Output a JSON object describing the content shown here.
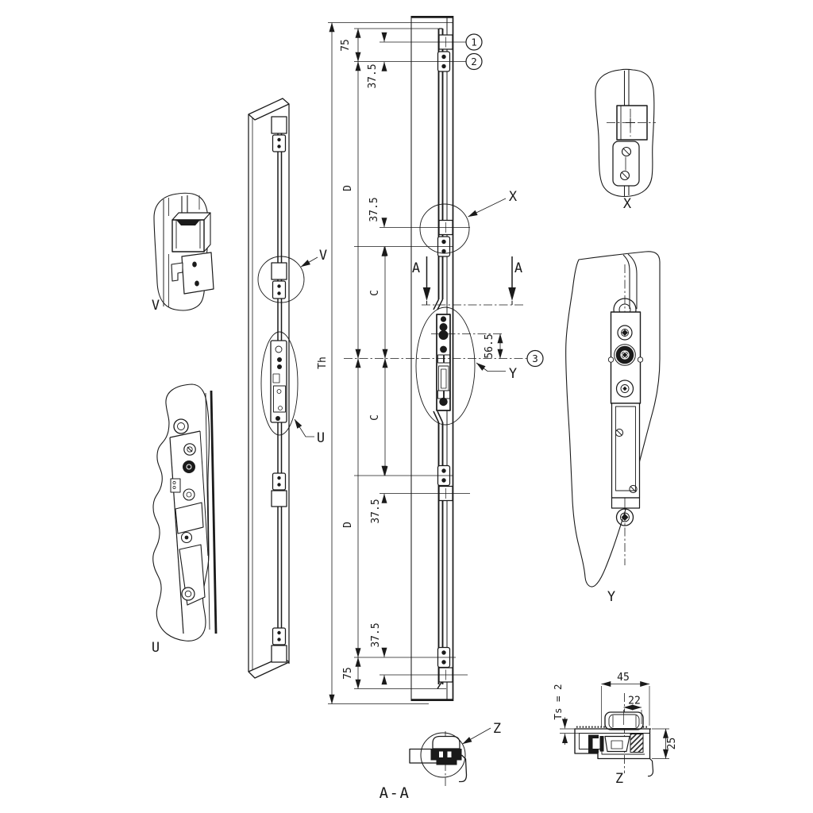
{
  "labels": {
    "detail_u": "U",
    "leader_u": "U",
    "detail_v": "V",
    "leader_v": "V",
    "detail_x": "X",
    "leader_x": "X",
    "detail_y": "Y",
    "leader_y": "Y",
    "detail_z": "Z",
    "leader_z": "Z",
    "section": "A-A",
    "cut_arrow_left": "A",
    "cut_arrow_right": "A"
  },
  "balloons": {
    "b1": "1",
    "b2": "2",
    "b3": "3"
  },
  "dims": {
    "th": "Th",
    "d_top": "D",
    "d_bottom": "D",
    "c_top": "C",
    "c_bottom": "C",
    "len75_top": "75",
    "len75_bottom": "75",
    "len375_top": "37.5",
    "len375_upper_mid": "37.5",
    "len375_lower_mid": "37.5",
    "len375_bottom": "37.5",
    "offset565": "56.5",
    "z_width45": "45",
    "z_width22": "22",
    "z_height25": "25",
    "z_sheet_thickness": "Ts = 2"
  },
  "colors": {
    "line": "#1a1a1a",
    "background": "#ffffff"
  }
}
